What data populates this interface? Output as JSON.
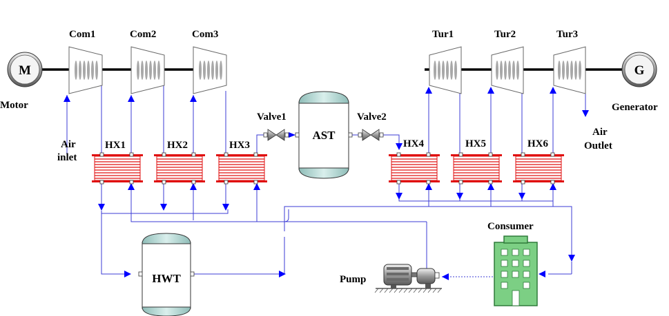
{
  "labels": {
    "motor_symbol": "M",
    "motor": "Motor",
    "generator_symbol": "G",
    "generator": "Generator",
    "com1": "Com1",
    "com2": "Com2",
    "com3": "Com3",
    "tur1": "Tur1",
    "tur2": "Tur2",
    "tur3": "Tur3",
    "air_inlet_1": "Air",
    "air_inlet_2": "inlet",
    "air_outlet_1": "Air",
    "air_outlet_2": "Outlet",
    "hx1": "HX1",
    "hx2": "HX2",
    "hx3": "HX3",
    "hx4": "HX4",
    "hx5": "HX5",
    "hx6": "HX6",
    "valve1": "Valve1",
    "valve2": "Valve2",
    "ast": "AST",
    "hwt": "HWT",
    "pump": "Pump",
    "consumer": "Consumer"
  },
  "colors": {
    "pipe": "#3b3bd6",
    "arrow": "#0000ff",
    "hx_red": "#e01010",
    "tank_fill": "#ffffff",
    "tank_cap": "#a9d3cf",
    "building": "#7ccf84",
    "building_dark": "#2f7a3a",
    "window": "#ffffff",
    "compressor": "#bcbcbc"
  }
}
